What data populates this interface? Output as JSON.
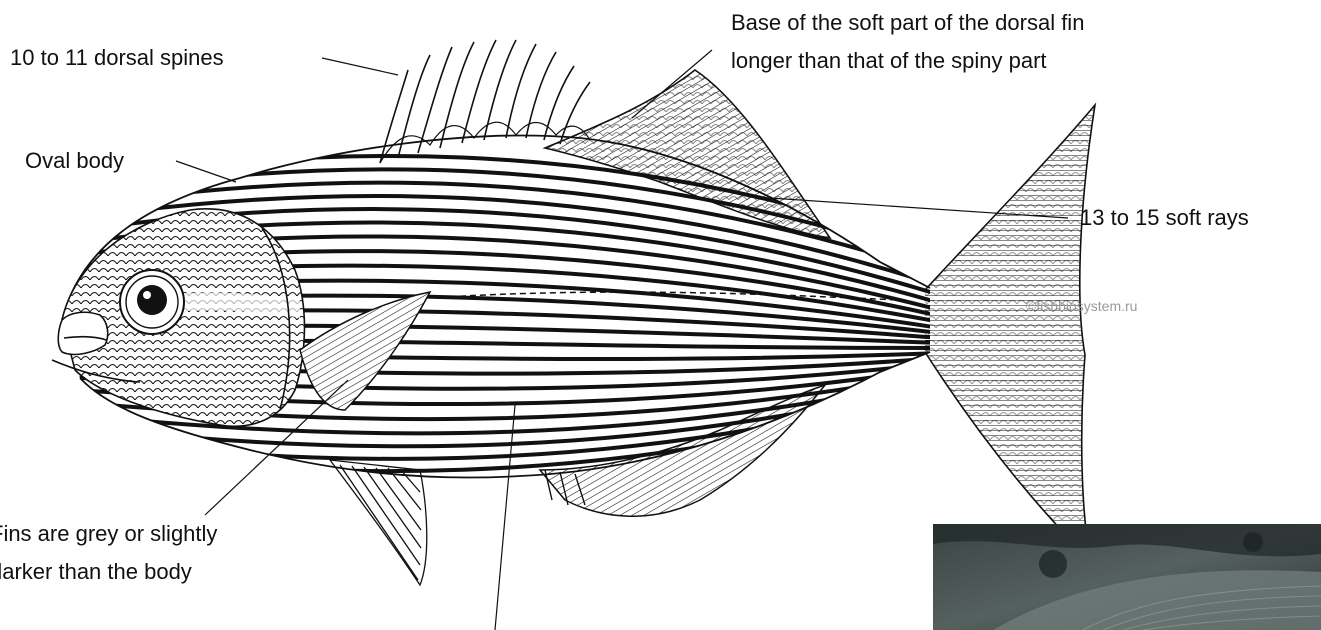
{
  "labels": {
    "dorsal_spines": "10 to 11 dorsal spines",
    "soft_dorsal_line1": "Base of the soft part of the dorsal fin",
    "soft_dorsal_line2": "longer than that of the spiny part",
    "oval_body": "Oval body",
    "soft_rays": "13 to 15 soft rays",
    "fins_line1": "Fins are grey or slightly",
    "fins_line2": "darker than the body"
  },
  "watermark": "©fishbiosystem.ru",
  "colors": {
    "ink": "#111111",
    "watermark": "#9a9a9a",
    "photo_dark": "#2b3434",
    "photo_mid": "#55615f"
  }
}
